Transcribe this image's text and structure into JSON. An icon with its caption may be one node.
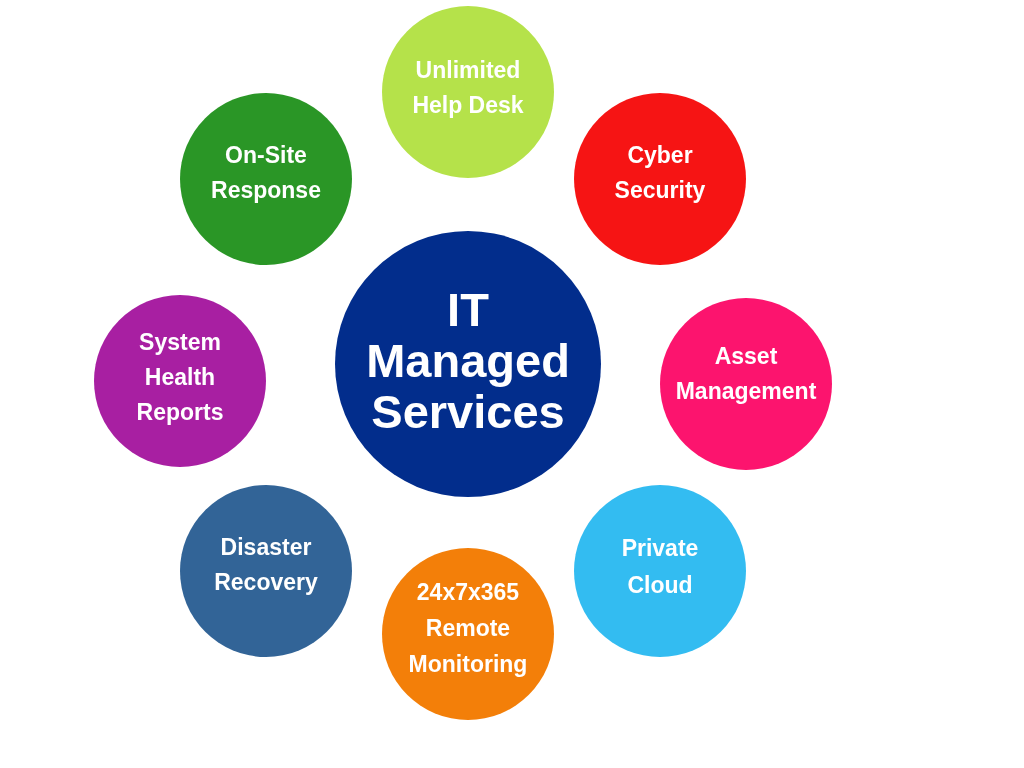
{
  "diagram": {
    "nodes": [
      {
        "text": [
          "IT Managed Services"
        ]
      },
      {
        "text": [
          "Unlimited Help Desk"
        ]
      },
      {
        "text": [
          "Cyber Security"
        ]
      },
      {
        "text": [
          "Asset Management"
        ]
      },
      {
        "text": [
          "Private Cloud"
        ]
      },
      {
        "text": [
          "24x7x365 Remote Monitoring"
        ]
      },
      {
        "text": [
          "Disaster Recovery"
        ]
      },
      {
        "text": [
          "System Health Reports"
        ]
      },
      {
        "text": [
          "On-Site Response"
        ]
      }
    ]
  }
}
